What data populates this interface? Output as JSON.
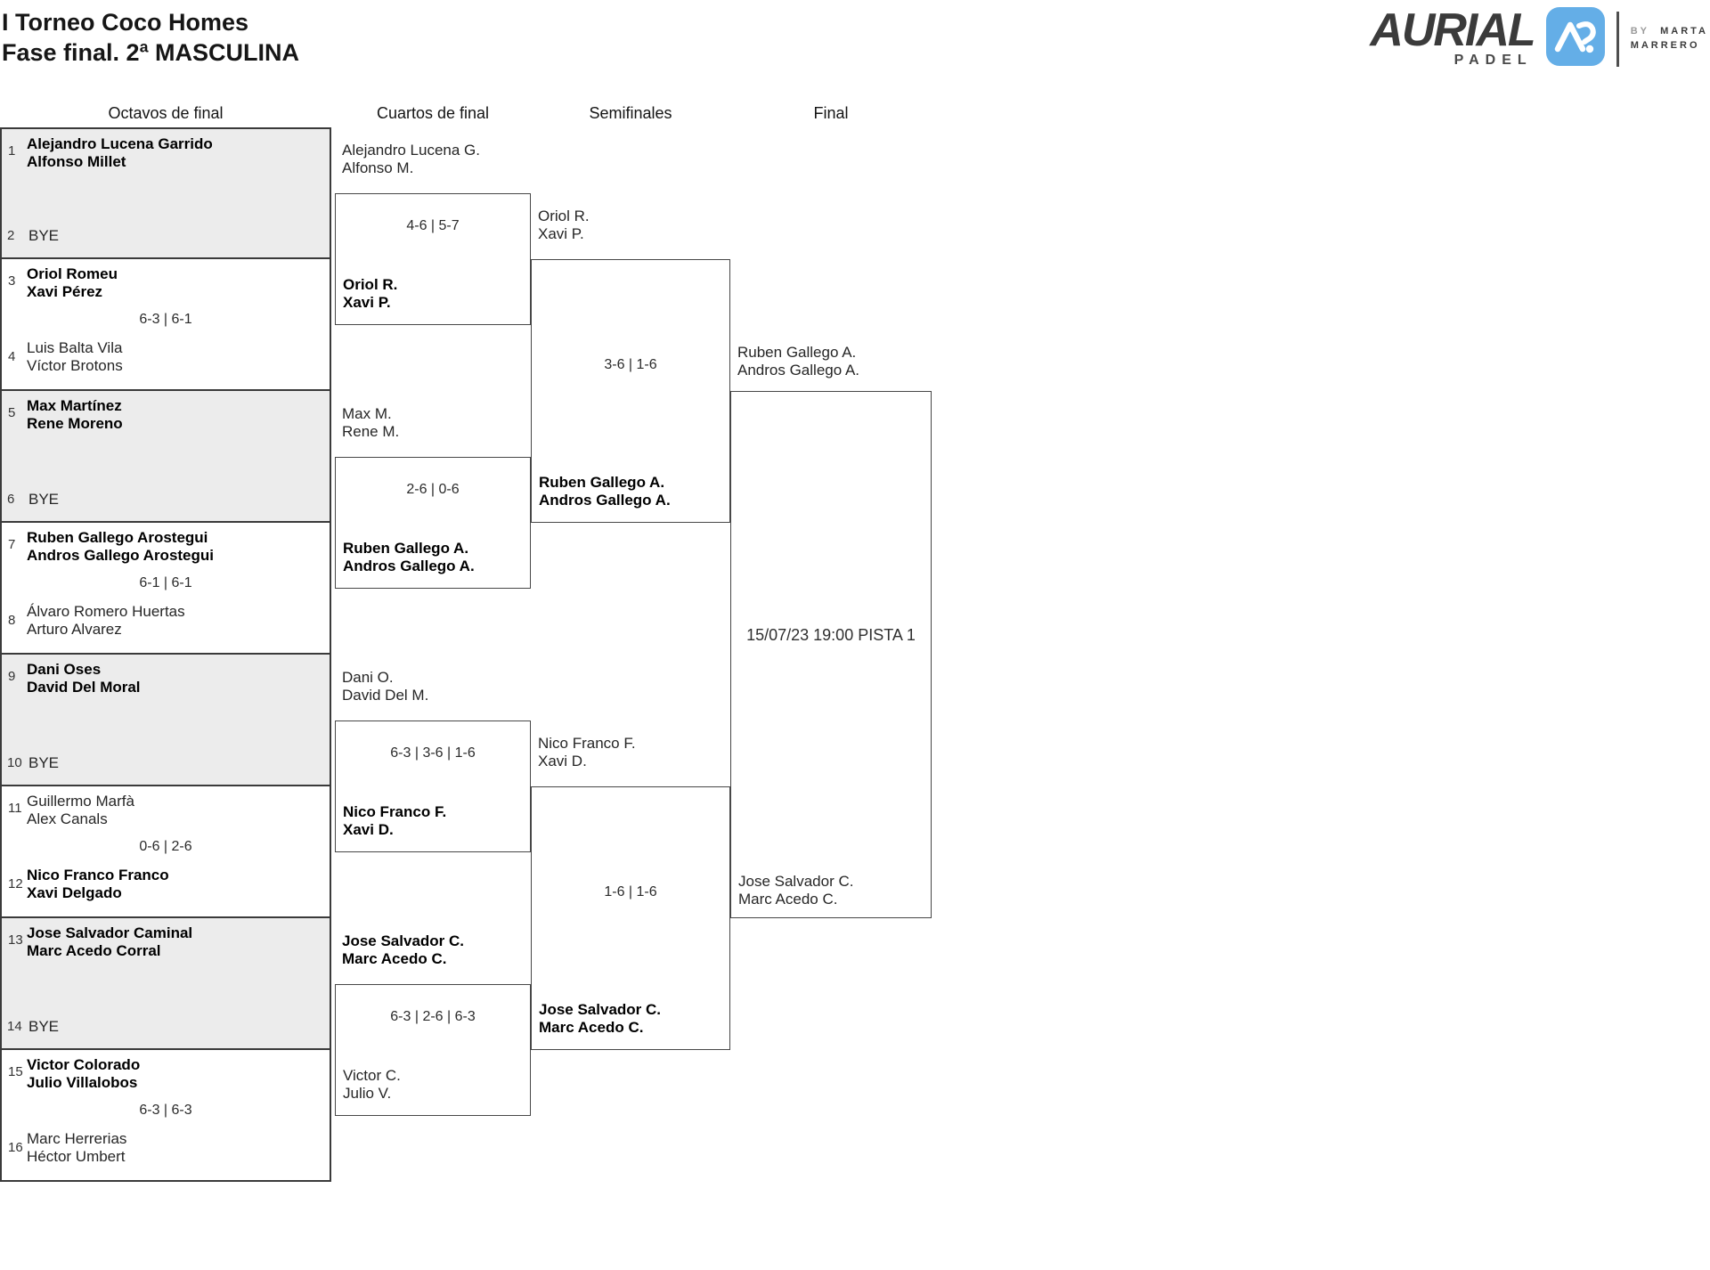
{
  "event": {
    "title_line1": "I Torneo Coco Homes",
    "title_line2": "Fase final. 2ª MASCULINA"
  },
  "logo": {
    "brand": "AURIAL",
    "brand_sub": "PADEL",
    "monogram_icon": "aurial-monogram-icon",
    "by_prefix": "BY",
    "by_name_line1": "MARTA",
    "by_name_line2": "MARRERO"
  },
  "colors": {
    "accent_blue": "#64aee7",
    "box_gray": "#ececec",
    "box_border": "#3a3a3a",
    "logo_dark": "#3b3b3b"
  },
  "round_headers": {
    "r16": "Octavos de final",
    "qf": "Cuartos de final",
    "sf": "Semifinales",
    "final": "Final"
  },
  "r16": [
    {
      "seed_a": "1",
      "a1": "Alejandro Lucena Garrido",
      "a2": "Alfonso Millet",
      "seed_b": "2",
      "b1": "BYE",
      "b2": "",
      "score": "",
      "winner": "a",
      "bye": true
    },
    {
      "seed_a": "3",
      "a1": "Oriol Romeu",
      "a2": "Xavi Pérez",
      "seed_b": "4",
      "b1": "Luis Balta Vila",
      "b2": "Víctor Brotons",
      "score": "6-3 | 6-1",
      "winner": "a",
      "bye": false
    },
    {
      "seed_a": "5",
      "a1": "Max Martínez",
      "a2": "Rene Moreno",
      "seed_b": "6",
      "b1": "BYE",
      "b2": "",
      "score": "",
      "winner": "a",
      "bye": true
    },
    {
      "seed_a": "7",
      "a1": "Ruben Gallego Arostegui",
      "a2": "Andros Gallego Arostegui",
      "seed_b": "8",
      "b1": "Álvaro Romero Huertas",
      "b2": "Arturo Alvarez",
      "score": "6-1 | 6-1",
      "winner": "a",
      "bye": false
    },
    {
      "seed_a": "9",
      "a1": "Dani Oses",
      "a2": "David Del Moral",
      "seed_b": "10",
      "b1": "BYE",
      "b2": "",
      "score": "",
      "winner": "a",
      "bye": true
    },
    {
      "seed_a": "11",
      "a1": "Guillermo Marfà",
      "a2": "Alex Canals",
      "seed_b": "12",
      "b1": "Nico Franco Franco",
      "b2": "Xavi Delgado",
      "score": "0-6 | 2-6",
      "winner": "b",
      "bye": false
    },
    {
      "seed_a": "13",
      "a1": "Jose Salvador Caminal",
      "a2": "Marc Acedo Corral",
      "seed_b": "14",
      "b1": "BYE",
      "b2": "",
      "score": "",
      "winner": "a",
      "bye": true
    },
    {
      "seed_a": "15",
      "a1": "Victor Colorado",
      "a2": "Julio Villalobos",
      "seed_b": "16",
      "b1": "Marc Herrerias",
      "b2": "Héctor Umbert",
      "score": "6-3 | 6-3",
      "winner": "a",
      "bye": false
    }
  ],
  "qf": [
    {
      "a1": "Alejandro Lucena G.",
      "a2": "Alfonso M.",
      "b1": "Oriol R.",
      "b2": "Xavi P.",
      "score": "4-6 | 5-7",
      "winner": "b"
    },
    {
      "a1": "Max M.",
      "a2": "Rene M.",
      "b1": "Ruben Gallego A.",
      "b2": "Andros Gallego A.",
      "score": "2-6 | 0-6",
      "winner": "b"
    },
    {
      "a1": "Dani O.",
      "a2": "David Del M.",
      "b1": "Nico Franco F.",
      "b2": "Xavi D.",
      "score": "6-3 | 3-6 | 1-6",
      "winner": "b"
    },
    {
      "a1": "Jose Salvador C.",
      "a2": "Marc Acedo C.",
      "b1": "Victor C.",
      "b2": "Julio V.",
      "score": "6-3 | 2-6 | 6-3",
      "winner": "a"
    }
  ],
  "sf": [
    {
      "a1": "Oriol R.",
      "a2": "Xavi P.",
      "b1": "Ruben Gallego A.",
      "b2": "Andros Gallego A.",
      "score": "3-6 | 1-6",
      "winner": "b"
    },
    {
      "a1": "Nico Franco F.",
      "a2": "Xavi D.",
      "b1": "Jose Salvador C.",
      "b2": "Marc Acedo C.",
      "score": "1-6 | 1-6",
      "winner": "b"
    }
  ],
  "final": {
    "a1": "Ruben Gallego A.",
    "a2": "Andros Gallego A.",
    "b1": "Jose Salvador C.",
    "b2": "Marc Acedo C.",
    "info": "15/07/23 19:00 PISTA 1",
    "winner": null
  }
}
